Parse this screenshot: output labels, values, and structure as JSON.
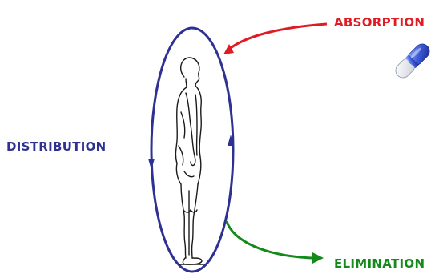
{
  "labels": {
    "absorption": "ABSORPTION",
    "distribution": "DISTRIBUTION",
    "elimination": "ELIMINATION"
  },
  "colors": {
    "absorption": "#e01b24",
    "distribution": "#2e3192",
    "elimination": "#138a1a"
  },
  "icons": {
    "capsule": "capsule-icon",
    "body": "human-body-figure"
  }
}
